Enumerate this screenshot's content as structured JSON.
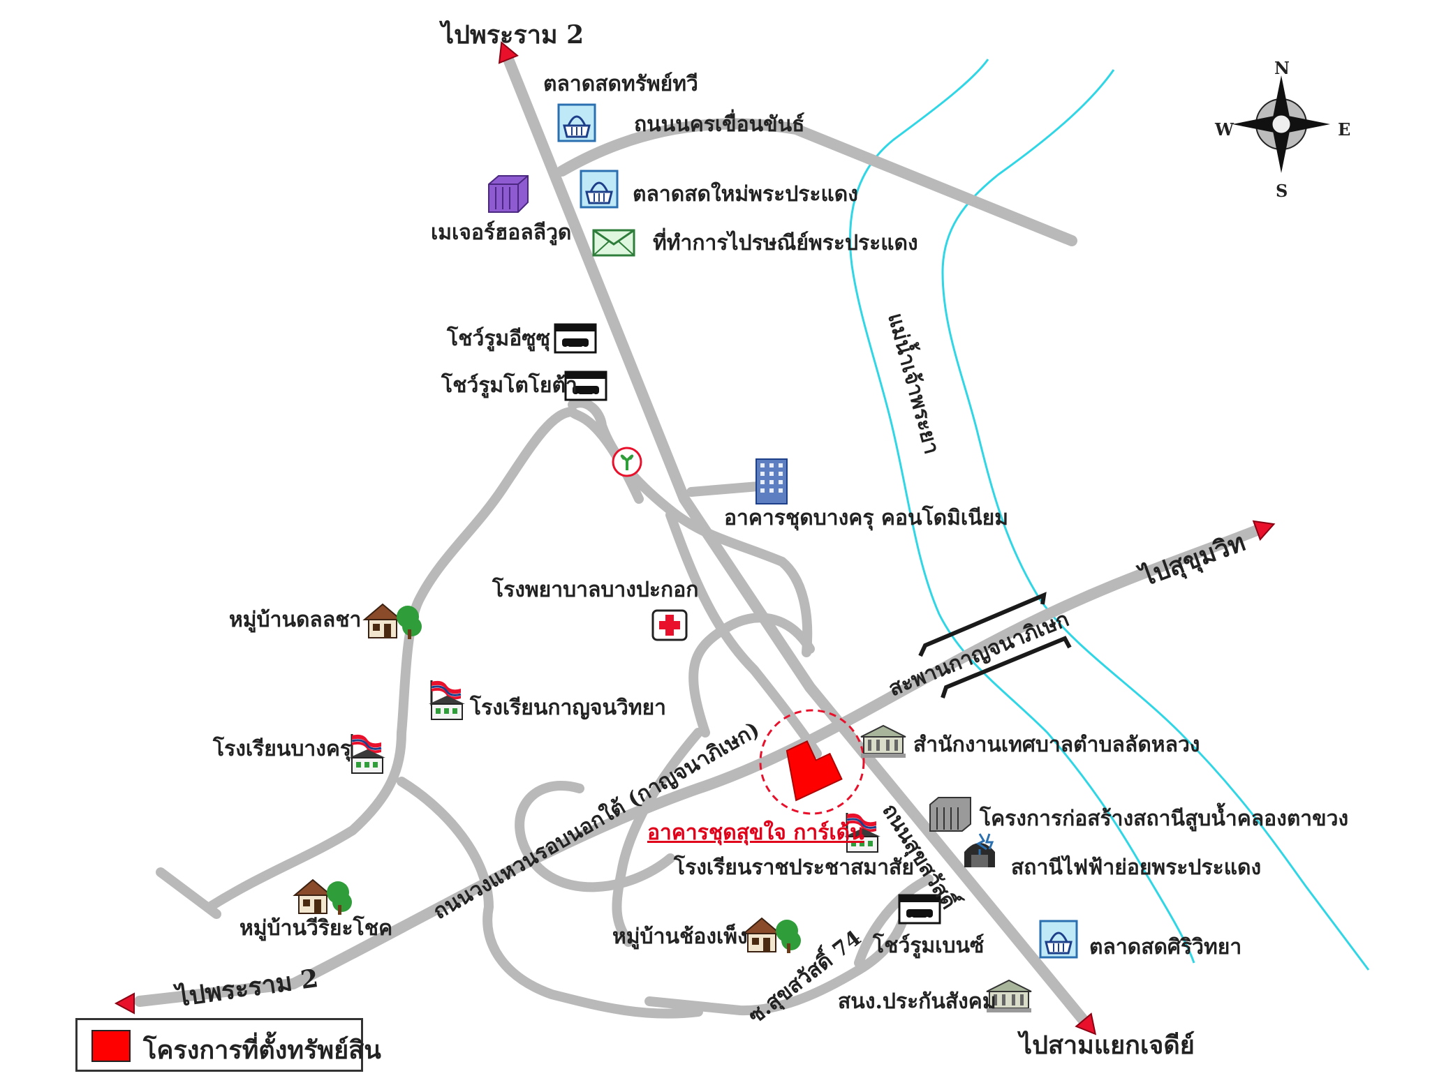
{
  "compass": {
    "north": "N",
    "south": "S",
    "east": "E",
    "west": "W"
  },
  "destinations": {
    "rama2_top": "ไปพระราม 2",
    "rama2_bottom": "ไปพระราม 2",
    "sukhumvit": "ไปสุขุมวิท",
    "samyaek_chedi": "ไปสามแยกเจดีย์"
  },
  "roads": {
    "nakhon_khuean_khan": "ถนนนครเขื่อนขันธ์",
    "outer_ring": "ถนนวงแหวนรอบนอกใต้ (กาญจนาภิเษก)",
    "suksawat": "ถนนสุขสวัสดิ์",
    "kanchanaphisek_bridge": "สะพานกาญจนาภิเษก",
    "soi_suksawat_74": "ซ.สุขสวัสดิ์ 74"
  },
  "river": "แม่น้ำเจ้าพระยา",
  "places": {
    "market_supthawi": "ตลาดสดทรัพย์ทวี",
    "market_phrapradaeng": "ตลาดสดใหม่พระประแดง",
    "major_hollywood": "เมเจอร์ฮอลลีวูด",
    "post_office": "ที่ทำการไปรษณีย์พระประแดง",
    "showroom_isuzu": "โชว์รูมอีซูซุ",
    "showroom_toyota": "โชว์รูมโตโยต้า",
    "condo_bangkru": "อาคารชุดบางครุ คอนโดมิเนียม",
    "hospital": "โรงพยาบาลบางปะกอก",
    "village_donlacha": "หมู่บ้านดลลชา",
    "school_kanchana": "โรงเรียนกาญจนวิทยา",
    "school_bangkru": "โรงเรียนบางครุ",
    "village_wiriyachok": "หมู่บ้านวีริยะโชค",
    "municipal_office": "สำนักงานเทศบาลตำบลลัดหลวง",
    "pumping_station": "โครงการก่อสร้างสถานีสูบน้ำคลองตาขวง",
    "project_name": "อาคารชุดสุขใจ การ์เด้น",
    "school_ratchaprachasamasai": "โรงเรียนราชประชาสมาสัย",
    "substation": "สถานีไฟฟ้าย่อยพระประแดง",
    "showroom_benz": "โชว์รูมเบนซ์",
    "village_chongpheng": "หมู่บ้านช้องเพ็ง",
    "market_siriwitthaya": "ตลาดสดศิริวิทยา",
    "social_security": "สนง.ประกันสังคม"
  },
  "legend": {
    "label": "โครงการที่ตั้งทรัพย์สิน"
  },
  "colors": {
    "road": "#b9b9b9",
    "river": "#2fd6e6",
    "arrow": "#e8102a",
    "project_marker": "#ff0000",
    "bridge": "#1a1a1a"
  }
}
